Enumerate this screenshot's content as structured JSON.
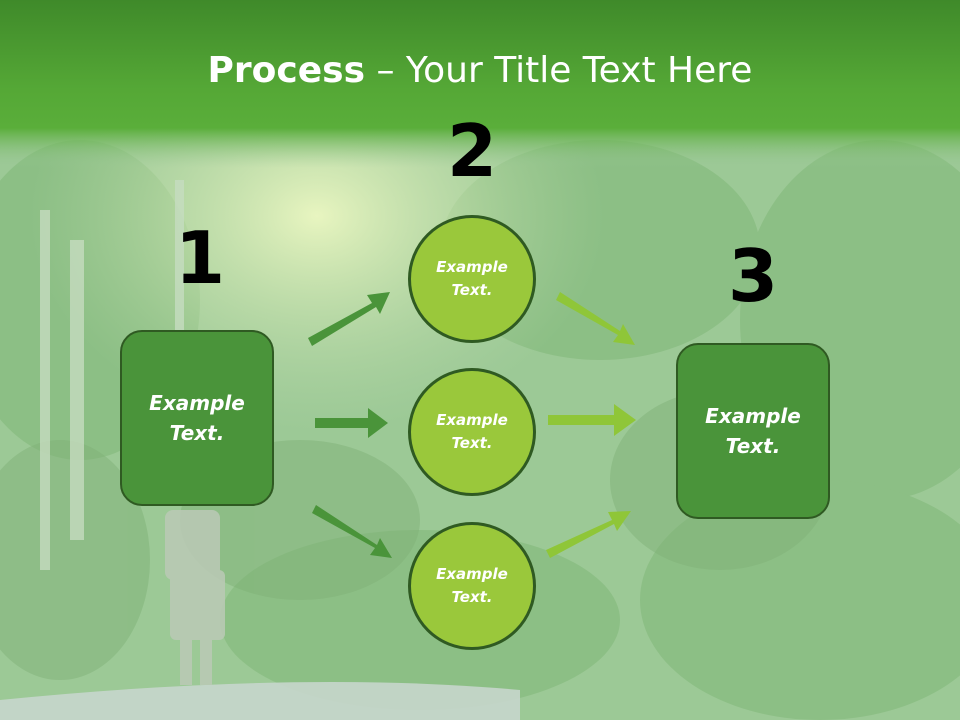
{
  "title": {
    "bold": "Process",
    "rest": " – Your Title Text Here"
  },
  "steps": {
    "one": "1",
    "two": "2",
    "three": "3"
  },
  "left_box": {
    "line1": "Example",
    "line2": "Text."
  },
  "right_box": {
    "line1": "Example",
    "line2": "Text."
  },
  "circles": [
    {
      "line1": "Example",
      "line2": "Text."
    },
    {
      "line1": "Example",
      "line2": "Text."
    },
    {
      "line1": "Example",
      "line2": "Text."
    }
  ],
  "colors": {
    "header_green": "#4e9f33",
    "box_green": "#4a943a",
    "circle_green": "#9ac83b",
    "arrow_dark": "#4a943a",
    "arrow_light": "#8fc638"
  }
}
